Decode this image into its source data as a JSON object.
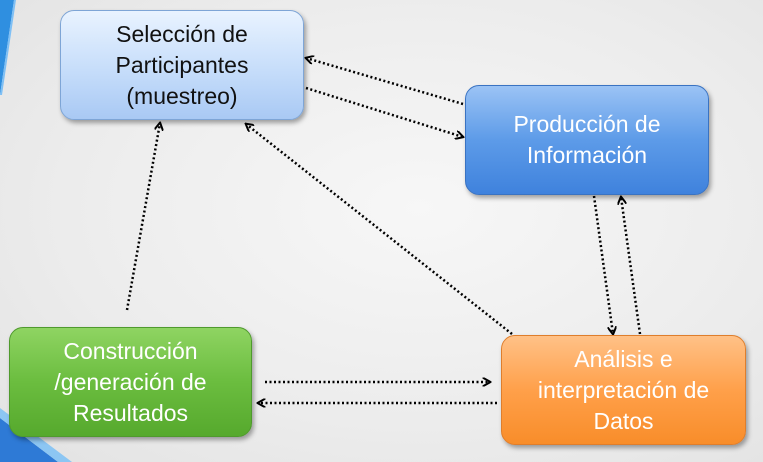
{
  "diagram": {
    "nodes": {
      "seleccion": {
        "label": "Selección de\nParticipantes\n(muestreo)"
      },
      "produccion": {
        "label": "Producción de\nInformación"
      },
      "analisis": {
        "label": "Análisis e\ninterpretación de\nDatos"
      },
      "construccion": {
        "label": "Construcción\n/generación de\nResultados"
      }
    },
    "edges": [
      {
        "from": "produccion",
        "to": "seleccion",
        "style": "dotted"
      },
      {
        "from": "seleccion",
        "to": "produccion",
        "style": "dotted"
      },
      {
        "from": "produccion",
        "to": "analisis",
        "style": "dotted"
      },
      {
        "from": "analisis",
        "to": "produccion",
        "style": "dotted"
      },
      {
        "from": "analisis",
        "to": "seleccion",
        "style": "dotted"
      },
      {
        "from": "construccion",
        "to": "seleccion",
        "style": "dotted"
      },
      {
        "from": "construccion",
        "to": "analisis",
        "style": "dotted"
      },
      {
        "from": "analisis",
        "to": "construccion",
        "style": "dotted"
      }
    ],
    "colors": {
      "seleccion": "#c6ddfa",
      "produccion": "#5d9be8",
      "analisis": "#ffa04a",
      "construccion": "#6bbd3f",
      "arrow": "#000000"
    }
  }
}
